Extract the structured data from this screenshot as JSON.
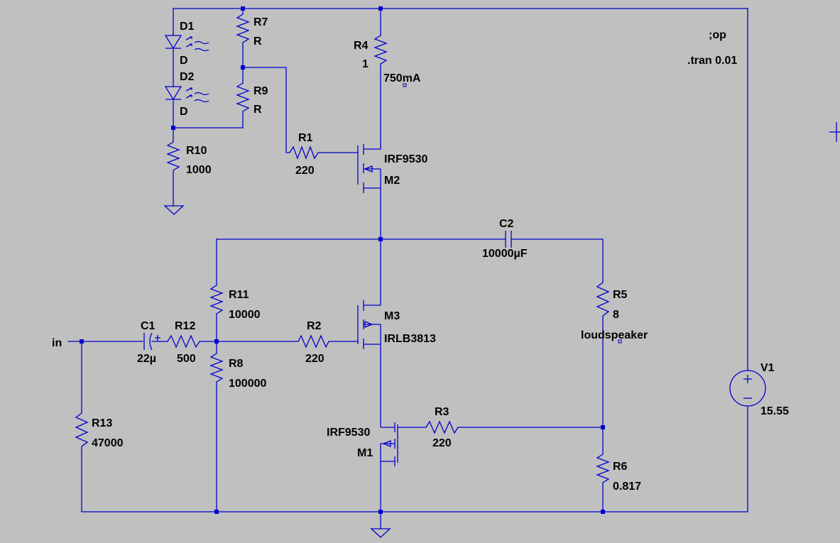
{
  "labels": {
    "D1": "D1",
    "D1_val": "D",
    "D2": "D2",
    "D2_val": "D",
    "R7": "R7",
    "R7_val": "R",
    "R9": "R9",
    "R9_val": "R",
    "R10": "R10",
    "R10_val": "1000",
    "R4": "R4",
    "R4_val": "1",
    "current_label": "750mA",
    "R1": "R1",
    "R1_val": "220",
    "M2_model": "IRF9530",
    "M2": "M2",
    "C2": "C2",
    "C2_val": "10000µF",
    "R11": "R11",
    "R11_val": "10000",
    "M3": "M3",
    "M3_model": "IRLB3813",
    "R2": "R2",
    "R2_val": "220",
    "C1": "C1",
    "C1_val": "22µ",
    "R12": "R12",
    "R12_val": "500",
    "in": "in",
    "R8": "R8",
    "R8_val": "100000",
    "R13": "R13",
    "R13_val": "47000",
    "R5": "R5",
    "R5_val": "8",
    "R5_note": "loudspeaker",
    "M1_model": "IRF9530",
    "M1": "M1",
    "R3": "R3",
    "R3_val": "220",
    "R6": "R6",
    "R6_val": "0.817",
    "V1": "V1",
    "V1_val": "15.55",
    "directive_op": ";op",
    "directive_tran": ".tran 0.01"
  },
  "colors": {
    "background": "#c0c0c0",
    "wire": "#0000cc",
    "text": "#000000"
  }
}
